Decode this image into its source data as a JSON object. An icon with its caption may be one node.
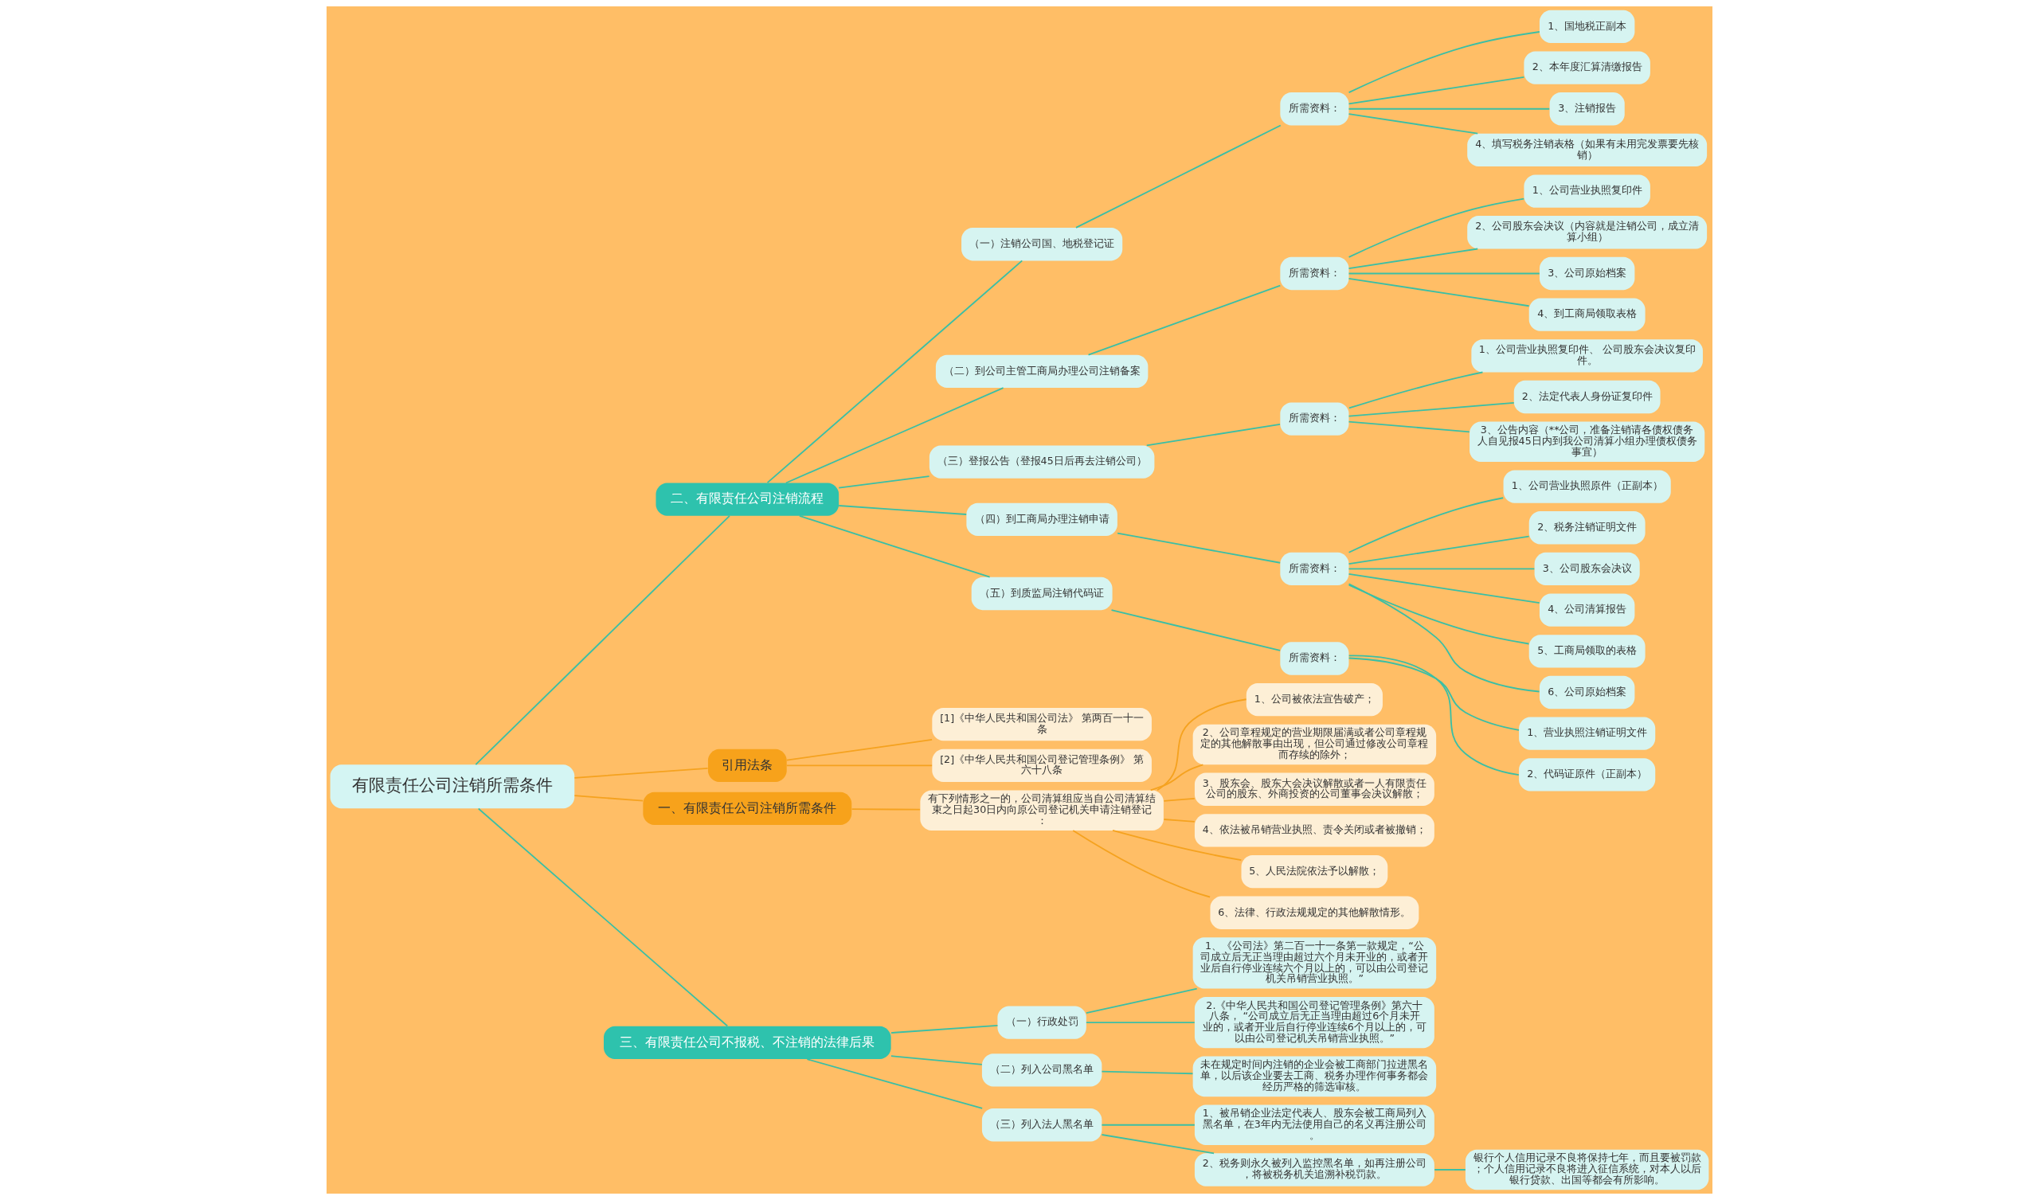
{
  "diagram": {
    "nodes": [
      {
        "text": [
          "有限责任公司注销所需条件"
        ]
      },
      {
        "text": [
          "二、有限责任公司注销流程"
        ]
      },
      {
        "text": [
          "（一）注销公司国、地税登记证"
        ]
      },
      {
        "text": [
          "所需资料："
        ]
      },
      {
        "text": [
          "1、国地税正副本"
        ]
      },
      {
        "text": [
          "2、本年度汇算清缴报告"
        ]
      },
      {
        "text": [
          "3、注销报告"
        ]
      },
      {
        "text": [
          "4、填写税务注销表格（如果有未用完发票要先核销）"
        ]
      },
      {
        "text": [
          "（二）到公司主管工商局办理公司注销备案"
        ]
      },
      {
        "text": [
          "所需资料："
        ]
      },
      {
        "text": [
          "1、公司营业执照复印件"
        ]
      },
      {
        "text": [
          "2、公司股东会决议（内容就是注销公司，成立清算小组）"
        ]
      },
      {
        "text": [
          "3、公司原始档案"
        ]
      },
      {
        "text": [
          "4、到工商局领取表格"
        ]
      },
      {
        "text": [
          "（三）登报公告（登报45日后再去注销公司）"
        ]
      },
      {
        "text": [
          "所需资料："
        ]
      },
      {
        "text": [
          "1、公司营业执照复印件、 公司股东会决议复印件。"
        ]
      },
      {
        "text": [
          "2、法定代表人身份证复印件"
        ]
      },
      {
        "text": [
          "3、公告内容（**公司，准备注销请各债权债务人自见报45日内到我公司清算小组办理债权债务事宜）"
        ]
      },
      {
        "text": [
          "（四）到工商局办理注销申请"
        ]
      },
      {
        "text": [
          "所需资料："
        ]
      },
      {
        "text": [
          "1、公司营业执照原件（正副本）"
        ]
      },
      {
        "text": [
          "2、税务注销证明文件"
        ]
      },
      {
        "text": [
          "3、公司股东会决议"
        ]
      },
      {
        "text": [
          "4、公司清算报告"
        ]
      },
      {
        "text": [
          "5、工商局领取的表格"
        ]
      },
      {
        "text": [
          "6、公司原始档案"
        ]
      },
      {
        "text": [
          "（五）到质监局注销代码证"
        ]
      },
      {
        "text": [
          "所需资料："
        ]
      },
      {
        "text": [
          "1、营业执照注销证明文件"
        ]
      },
      {
        "text": [
          "2、代码证原件（正副本）"
        ]
      },
      {
        "text": [
          "引用法条"
        ]
      },
      {
        "text": [
          "[1]《中华人民共和国公司法》 第两百一十一条"
        ]
      },
      {
        "text": [
          "[2]《中华人民共和国公司登记管理条例》 第六十八条"
        ]
      },
      {
        "text": [
          "一、有限责任公司注销所需条件"
        ]
      },
      {
        "text": [
          "有下列情形之一的，公司清算组应当自公司清算结束之日起30日内向原公司登记机关申请注销登记："
        ]
      },
      {
        "text": [
          "1、公司被依法宣告破产；"
        ]
      },
      {
        "text": [
          "2、公司章程规定的营业期限届满或者公司章程规定的其他解散事由出现，但公司通过修改公司章程而存续的除外；"
        ]
      },
      {
        "text": [
          "3、股东会、股东大会决议解散或者一人有限责任公司的股东、外商投资的公司董事会决议解散；"
        ]
      },
      {
        "text": [
          "4、依法被吊销营业执照、责令关闭或者被撤销；"
        ]
      },
      {
        "text": [
          "5、人民法院依法予以解散；"
        ]
      },
      {
        "text": [
          "6、法律、行政法规规定的其他解散情形。"
        ]
      },
      {
        "text": [
          "三、有限责任公司不报税、不注销的法律后果"
        ]
      },
      {
        "text": [
          "（一）行政处罚"
        ]
      },
      {
        "text": [
          "1、《公司法》第二百一十一条第一款规定，“公司成立后无正当理由超过六个月未开业的，或者开业后自行停业连续六个月以上的，可以由公司登记机关吊销营业执照。”"
        ]
      },
      {
        "text": [
          "2.《中华人民共和国公司登记管理条例》第六十八条， “公司成立后无正当理由超过6个月未开业的，或者开业后自行停业连续6个月以上的，可以由公司登记机关吊销营业执照。”"
        ]
      },
      {
        "text": [
          "（二）列入公司黑名单"
        ]
      },
      {
        "text": [
          "未在规定时间内注销的企业会被工商部门拉进黑名单，以后该企业要去工商、税务办理作何事务都会经历严格的筛选审核。"
        ]
      },
      {
        "text": [
          "（三）列入法人黑名单"
        ]
      },
      {
        "text": [
          "1、被吊销企业法定代表人、股东会被工商局列入黑名单，在3年内无法使用自己的名义再注册公司。"
        ]
      },
      {
        "text": [
          "2、税务则永久被列入监控黑名单，如再注册公司，将被税务机关追溯补税罚款。"
        ]
      },
      {
        "text": [
          "银行个人信用记录不良将保持七年，而且要被罚款；个人信用记录不良将进入征信系统，对本人以后银行贷款、出国等都会有所影响。"
        ]
      }
    ],
    "edges": [
      {
        "from": 0,
        "to": 1,
        "arrow": "none"
      },
      {
        "from": 1,
        "to": 2,
        "arrow": "none"
      },
      {
        "from": 2,
        "to": 3,
        "arrow": "none"
      },
      {
        "from": 3,
        "to": 4,
        "arrow": "none"
      },
      {
        "from": 3,
        "to": 5,
        "arrow": "none"
      },
      {
        "from": 3,
        "to": 6,
        "arrow": "none"
      },
      {
        "from": 3,
        "to": 7,
        "arrow": "none"
      },
      {
        "from": 1,
        "to": 8,
        "arrow": "none"
      },
      {
        "from": 8,
        "to": 9,
        "arrow": "none"
      },
      {
        "from": 9,
        "to": 10,
        "arrow": "none"
      },
      {
        "from": 9,
        "to": 11,
        "arrow": "none"
      },
      {
        "from": 9,
        "to": 12,
        "arrow": "none"
      },
      {
        "from": 9,
        "to": 13,
        "arrow": "none"
      },
      {
        "from": 1,
        "to": 14,
        "arrow": "none"
      },
      {
        "from": 14,
        "to": 15,
        "arrow": "none"
      },
      {
        "from": 15,
        "to": 16,
        "arrow": "none"
      },
      {
        "from": 15,
        "to": 17,
        "arrow": "none"
      },
      {
        "from": 15,
        "to": 18,
        "arrow": "none"
      },
      {
        "from": 1,
        "to": 19,
        "arrow": "none"
      },
      {
        "from": 19,
        "to": 20,
        "arrow": "none"
      },
      {
        "from": 20,
        "to": 21,
        "arrow": "none"
      },
      {
        "from": 20,
        "to": 22,
        "arrow": "none"
      },
      {
        "from": 20,
        "to": 23,
        "arrow": "none"
      },
      {
        "from": 20,
        "to": 24,
        "arrow": "none"
      },
      {
        "from": 20,
        "to": 25,
        "arrow": "none"
      },
      {
        "from": 20,
        "to": 26,
        "arrow": "none"
      },
      {
        "from": 1,
        "to": 27,
        "arrow": "none"
      },
      {
        "from": 27,
        "to": 28,
        "arrow": "none"
      },
      {
        "from": 28,
        "to": 29,
        "arrow": "none"
      },
      {
        "from": 28,
        "to": 30,
        "arrow": "none"
      },
      {
        "from": 0,
        "to": 31,
        "arrow": "none",
        "color": "#f5a21f"
      },
      {
        "from": 31,
        "to": 32,
        "arrow": "none",
        "color": "#f5a21f"
      },
      {
        "from": 31,
        "to": 33,
        "arrow": "none",
        "color": "#f5a21f"
      },
      {
        "from": 0,
        "to": 34,
        "arrow": "none",
        "color": "#f5a21f"
      },
      {
        "from": 34,
        "to": 35,
        "arrow": "none",
        "color": "#f5a21f"
      },
      {
        "from": 35,
        "to": 36,
        "arrow": "none",
        "color": "#f5a21f"
      },
      {
        "from": 35,
        "to": 37,
        "arrow": "none",
        "color": "#f5a21f"
      },
      {
        "from": 35,
        "to": 38,
        "arrow": "none",
        "color": "#f5a21f"
      },
      {
        "from": 35,
        "to": 39,
        "arrow": "none",
        "color": "#f5a21f"
      },
      {
        "from": 35,
        "to": 40,
        "arrow": "none",
        "color": "#f5a21f"
      },
      {
        "from": 35,
        "to": 41,
        "arrow": "none",
        "color": "#f5a21f"
      },
      {
        "from": 0,
        "to": 42,
        "arrow": "none"
      },
      {
        "from": 42,
        "to": 43,
        "arrow": "none"
      },
      {
        "from": 43,
        "to": 44,
        "arrow": "none"
      },
      {
        "from": 43,
        "to": 45,
        "arrow": "none"
      },
      {
        "from": 42,
        "to": 46,
        "arrow": "none"
      },
      {
        "from": 46,
        "to": 47,
        "arrow": "none"
      },
      {
        "from": 42,
        "to": 48,
        "arrow": "none"
      },
      {
        "from": 48,
        "to": 49,
        "arrow": "none"
      },
      {
        "from": 48,
        "to": 50,
        "arrow": "none"
      },
      {
        "from": 50,
        "to": 51,
        "arrow": "none"
      }
    ]
  }
}
